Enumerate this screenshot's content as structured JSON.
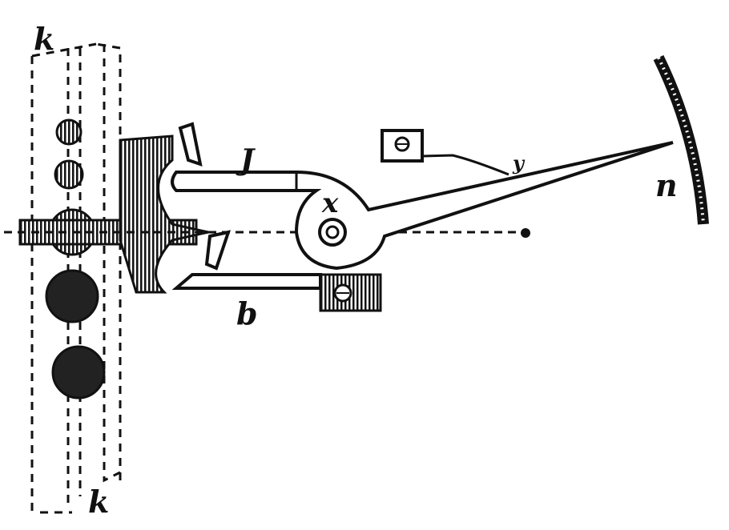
{
  "figure": {
    "labels": {
      "k_top": "k",
      "k_bottom": "k",
      "J": "J",
      "x": "x",
      "y": "y",
      "n": "n",
      "b": "b"
    },
    "ink_color": "#111111",
    "background": "#ffffff"
  }
}
